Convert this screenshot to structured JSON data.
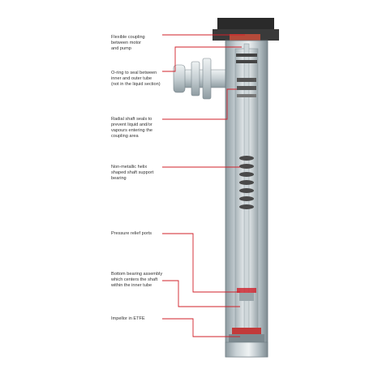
{
  "labels": {
    "flexible_coupling": "Flexible coupling\nbetween motor\nand pump",
    "o_ring": "O-ring to seal between\ninner and outer tube\n(not in the liquid section)",
    "radial_shaft_seals": "Radial shaft seals to\nprevent liquid and/or\nvapours entering the\ncoupling area",
    "helix_support": "Non-metallic helix\nshaped shaft support\nbearing",
    "pressure_relief": "Pressure relief ports",
    "bottom_bearing": "Bottom bearing assembly\nwhich centers the shaft\nwithin the inner tube",
    "impellor": "Impellor in ETFE"
  },
  "colors": {
    "leader_line": "#d0202a",
    "label_text": "#333333",
    "tube_outer": "#b9c3c7",
    "tube_inner": "#e4e9eb",
    "motor_top": "#2a2a2a"
  }
}
